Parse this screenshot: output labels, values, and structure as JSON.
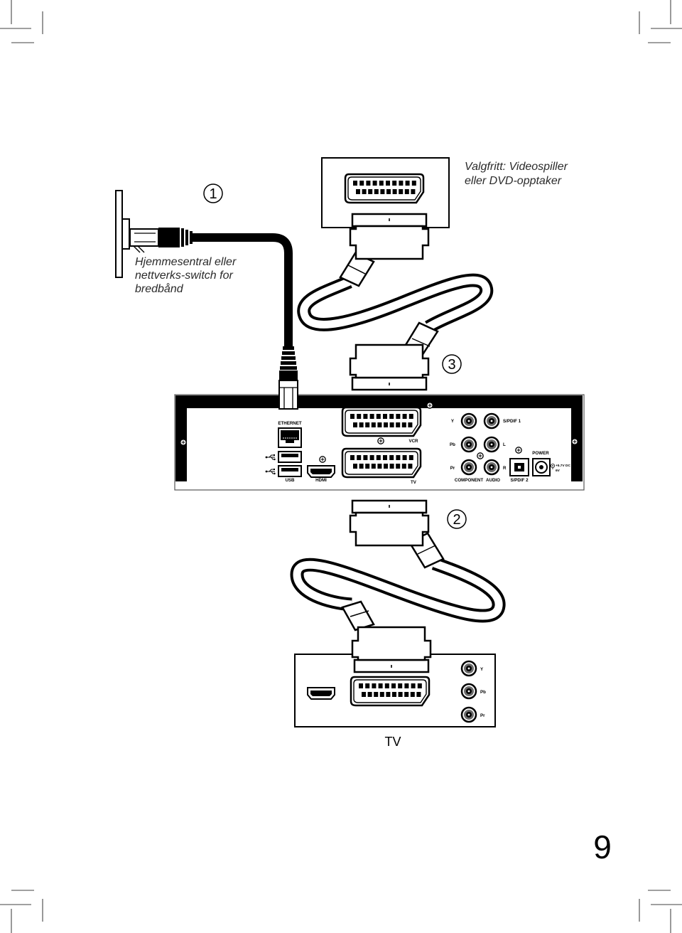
{
  "optional_device_label": [
    "Valgfritt: Videospiller",
    "eller DVD-opptaker"
  ],
  "router_label": [
    "Hjemmesentral eller",
    "nettverks-switch for",
    "bredbånd"
  ],
  "step_markers": [
    "1",
    "2",
    "3"
  ],
  "decoder_panel": {
    "ethernet": "ETHERNET",
    "usb": "USB",
    "hdmi": "HDMI",
    "vcr": "VCR",
    "tv_scart": "TV",
    "y": "Y",
    "pb": "Pb",
    "pr": "Pr",
    "spdif1": "S/PDIF 1",
    "l": "L",
    "r": "R",
    "power": "POWER",
    "power_rating": [
      "+5.7V DC",
      "6V"
    ],
    "component": "COMPONENT",
    "audio": "AUDIO",
    "spdif2": "S/PDIF 2"
  },
  "tv_panel": {
    "y": "Y",
    "pb": "Pb",
    "pr": "Pr"
  },
  "tv_label": "TV",
  "page_number": "9"
}
